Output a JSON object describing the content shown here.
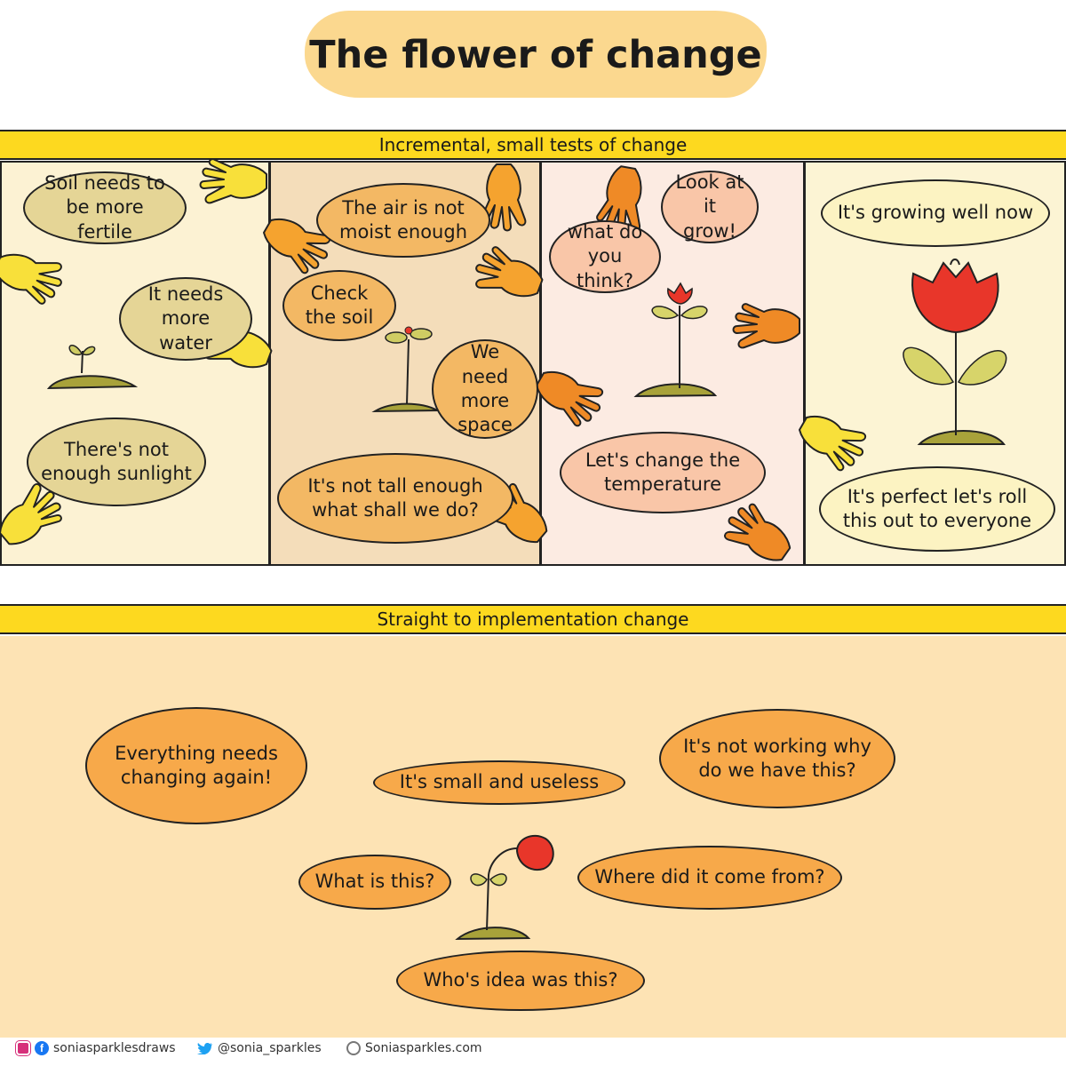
{
  "title": "The flower of change",
  "incremental": {
    "banner": "Incremental, small tests of change",
    "panels": [
      {
        "bubbles": [
          "Soil needs to be more fertile",
          "It needs more water",
          "There's not enough sunlight"
        ]
      },
      {
        "bubbles": [
          "The air is not moist enough",
          "Check the soil",
          "We need more space",
          "It's not tall enough what shall we do?"
        ]
      },
      {
        "bubbles": [
          "Look at it grow!",
          "what do you think?",
          "Let's change the temperature"
        ]
      },
      {
        "bubbles": [
          "It's growing well now",
          "It's perfect let's roll this out to everyone"
        ]
      }
    ]
  },
  "implementation": {
    "banner": "Straight to implementation change",
    "bubbles": [
      "Everything needs changing again!",
      "It's small and useless",
      "It's not working why do we have this?",
      "What is this?",
      "Where did it come from?",
      "Who's idea was this?"
    ]
  },
  "footer": {
    "instagram_facebook": "soniasparklesdraws",
    "twitter": "@sonia_sparkles",
    "website": "Soniasparkles.com"
  },
  "colors": {
    "banner": "#fdd91f",
    "title_blob": "#fbd88f",
    "flower_red": "#e8362a",
    "leaf": "#d7d46a",
    "hand_yellow": "#f8e03a",
    "hand_orange": "#ef8a26"
  },
  "icons": [
    "instagram-icon",
    "facebook-icon",
    "twitter-icon",
    "globe-icon",
    "hand-icon",
    "flower-icon",
    "sprout-icon"
  ]
}
